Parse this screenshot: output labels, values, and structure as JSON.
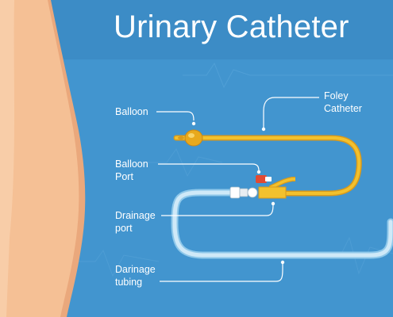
{
  "title": "Urinary Catheter",
  "labels": {
    "balloon": "Balloon",
    "foley_line1": "Foley",
    "foley_line2": "Catheter",
    "balloon_port_line1": "Balloon",
    "balloon_port_line2": "Port",
    "drainage_port_line1": "Drainage",
    "drainage_port_line2": "port",
    "drainage_tubing_line1": "Darinage",
    "drainage_tubing_line2": "tubing"
  },
  "colors": {
    "background": "#4295cf",
    "header_band": "#3c8cc6",
    "skin": "#f5c095",
    "skin_shadow": "#eaa87c",
    "catheter": "#f2c12e",
    "catheter_dark": "#d99a1b",
    "balloon_port_cap": "#e24a32",
    "tubing": "#b9ddf2",
    "leader_lines": "#ffffff"
  }
}
